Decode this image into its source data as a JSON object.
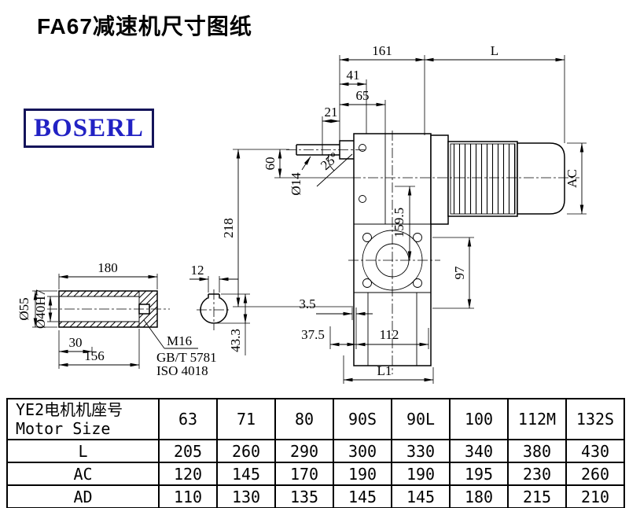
{
  "page": {
    "title": "FA67减速机尺寸图纸",
    "brand": "BOSERL"
  },
  "dims": {
    "top_161": "161",
    "top_L": "L",
    "d41": "41",
    "d65": "65",
    "d21": "21",
    "d60": "60",
    "d218": "218",
    "dia14": "Ø14",
    "ang25": "25°",
    "d159_5": "159.5",
    "ac": "AC",
    "d97": "97",
    "d3_5": "3.5",
    "d37_5": "37.5",
    "d112": "112",
    "l1": "L1"
  },
  "detail": {
    "d180": "180",
    "d12": "12",
    "dia55": "Ø55",
    "dia40": "Ø40H7",
    "d30": "30",
    "d156": "156",
    "d43_3": "43.3",
    "m16": "M16",
    "gbt": "GB/T 5781",
    "iso": "ISO 4018"
  },
  "table": {
    "header_cn": "YE2电机机座号",
    "header_en": "Motor Size",
    "sizes": [
      "63",
      "71",
      "80",
      "90S",
      "90L",
      "100",
      "112M",
      "132S"
    ],
    "rows": [
      {
        "label": "L",
        "values": [
          "205",
          "260",
          "290",
          "300",
          "330",
          "340",
          "380",
          "430"
        ]
      },
      {
        "label": "AC",
        "values": [
          "120",
          "145",
          "170",
          "190",
          "190",
          "195",
          "230",
          "260"
        ]
      },
      {
        "label": "AD",
        "values": [
          "110",
          "130",
          "135",
          "145",
          "145",
          "180",
          "215",
          "210"
        ]
      }
    ]
  }
}
